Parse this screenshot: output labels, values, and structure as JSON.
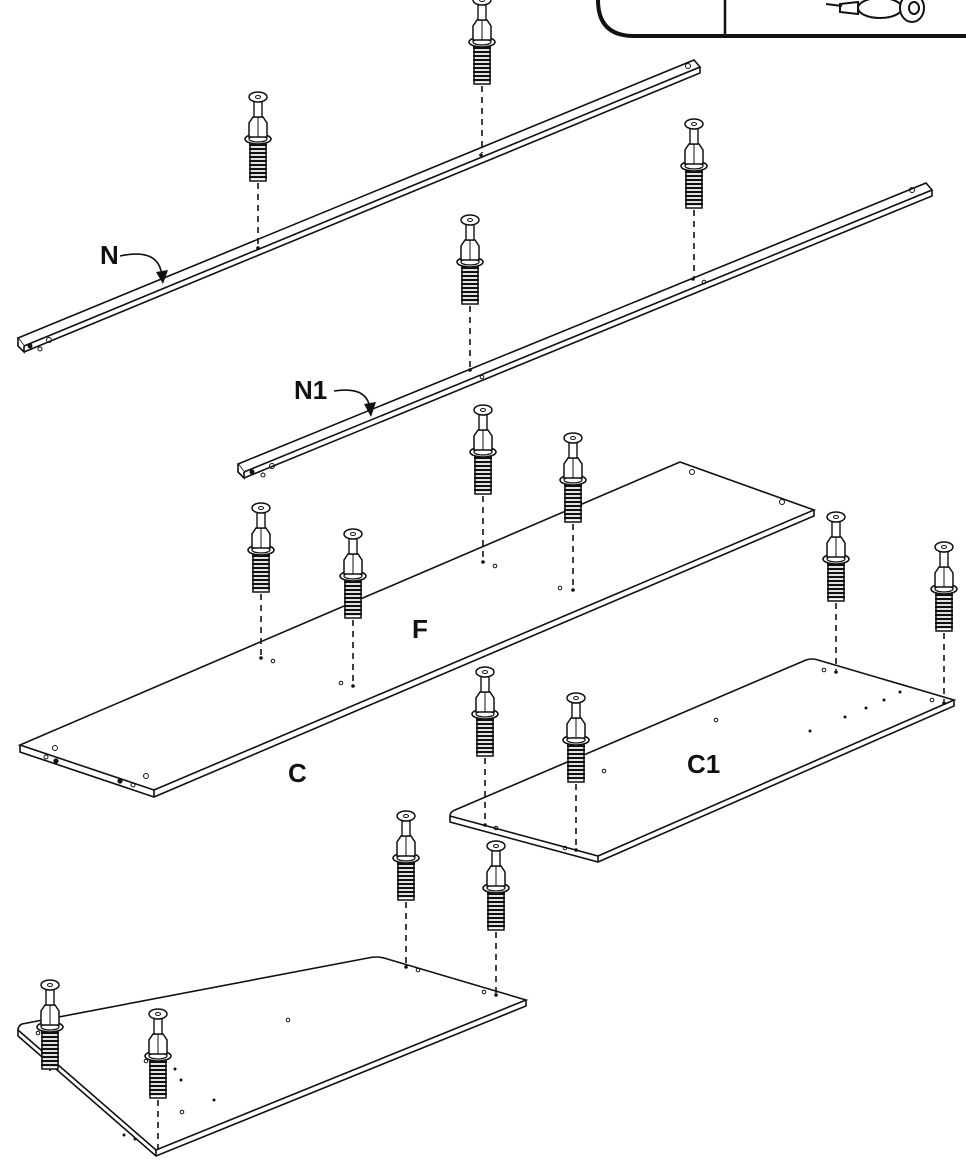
{
  "labels": {
    "N": "N",
    "N1": "N1",
    "F": "F",
    "C1": "C1",
    "C": "C"
  },
  "colors": {
    "line": "#111111",
    "panel_fill": "#ffffff"
  },
  "icons": [
    "cam-bolt-icon",
    "inset-callout-bolt-icon"
  ]
}
